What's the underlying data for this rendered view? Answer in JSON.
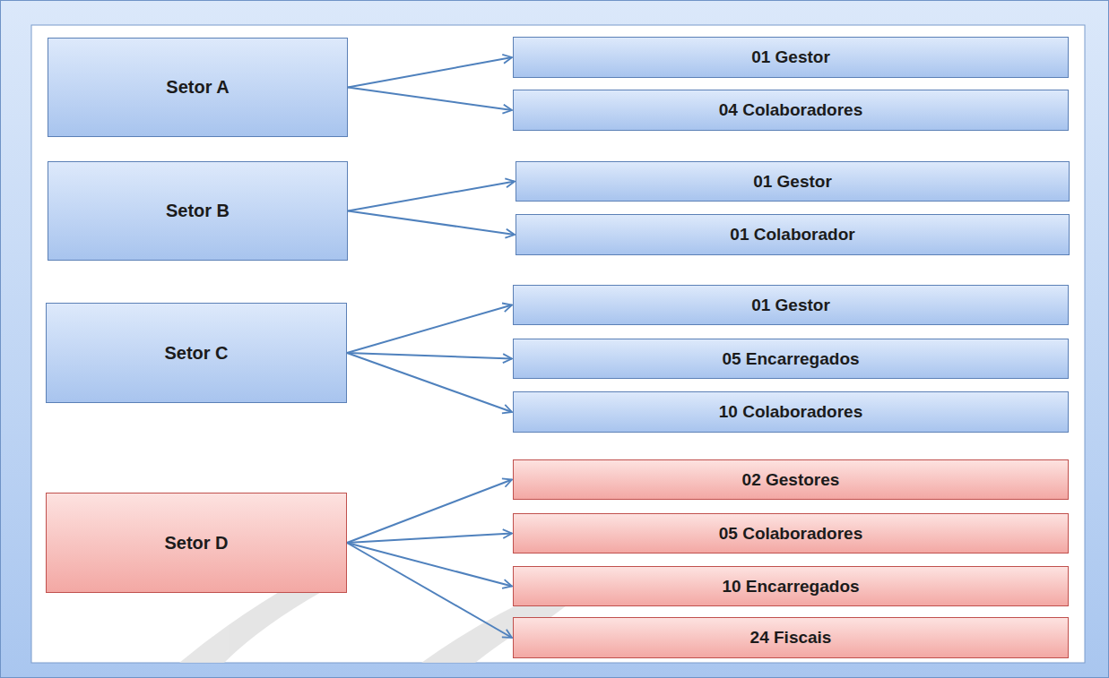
{
  "diagram": {
    "nodes": [
      {
        "text": [
          "Setor A"
        ]
      },
      {
        "text": [
          "01 Gestor"
        ]
      },
      {
        "text": [
          "04 Colaboradores"
        ]
      },
      {
        "text": [
          "Setor B"
        ]
      },
      {
        "text": [
          "01 Gestor"
        ]
      },
      {
        "text": [
          "01 Colaborador"
        ]
      },
      {
        "text": [
          "Setor C"
        ]
      },
      {
        "text": [
          "01 Gestor"
        ]
      },
      {
        "text": [
          "05 Encarregados"
        ]
      },
      {
        "text": [
          "10 Colaboradores"
        ]
      },
      {
        "text": [
          "Setor D"
        ]
      },
      {
        "text": [
          "02 Gestores"
        ]
      },
      {
        "text": [
          "05 Colaboradores"
        ]
      },
      {
        "text": [
          "10 Encarregados"
        ]
      },
      {
        "text": [
          "24 Fiscais"
        ]
      }
    ],
    "edges": [
      {
        "from": 0,
        "to": 1,
        "arrow": "to"
      },
      {
        "from": 0,
        "to": 2,
        "arrow": "to"
      },
      {
        "from": 3,
        "to": 4,
        "arrow": "to"
      },
      {
        "from": 3,
        "to": 5,
        "arrow": "to"
      },
      {
        "from": 6,
        "to": 7,
        "arrow": "to"
      },
      {
        "from": 6,
        "to": 8,
        "arrow": "to"
      },
      {
        "from": 6,
        "to": 9,
        "arrow": "to"
      },
      {
        "from": 10,
        "to": 11,
        "arrow": "to"
      },
      {
        "from": 10,
        "to": 12,
        "arrow": "to"
      },
      {
        "from": 10,
        "to": 13,
        "arrow": "to"
      },
      {
        "from": 10,
        "to": 14,
        "arrow": "to"
      }
    ]
  }
}
